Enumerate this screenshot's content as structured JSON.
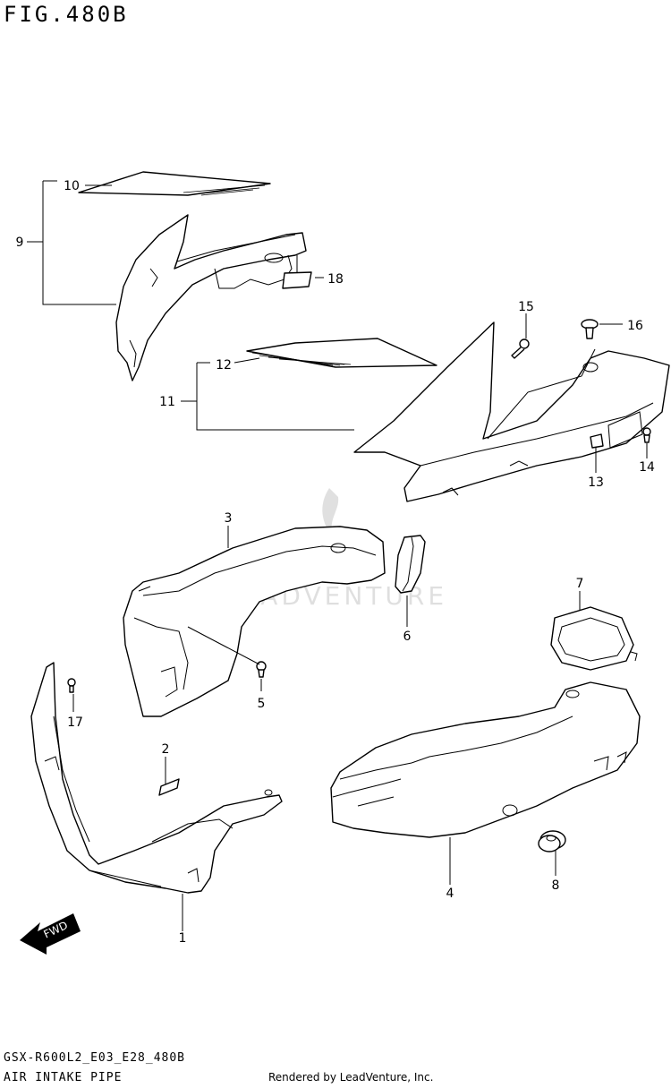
{
  "figure": {
    "title": "FIG.480B",
    "model_code": "GSX-R600L2_E03_E28_480B",
    "section_name": "AIR INTAKE PIPE",
    "credit": "Rendered by LeadVenture, Inc.",
    "watermark": "LEADVENTURE"
  },
  "callouts": {
    "c1": "1",
    "c2": "2",
    "c3": "3",
    "c4": "4",
    "c5": "5",
    "c6": "6",
    "c7": "7",
    "c8": "8",
    "c9": "9",
    "c10": "10",
    "c11": "11",
    "c12": "12",
    "c13": "13",
    "c14": "14",
    "c15": "15",
    "c16": "16",
    "c17": "17",
    "c18": "18"
  },
  "arrow": {
    "label": "FWD"
  }
}
